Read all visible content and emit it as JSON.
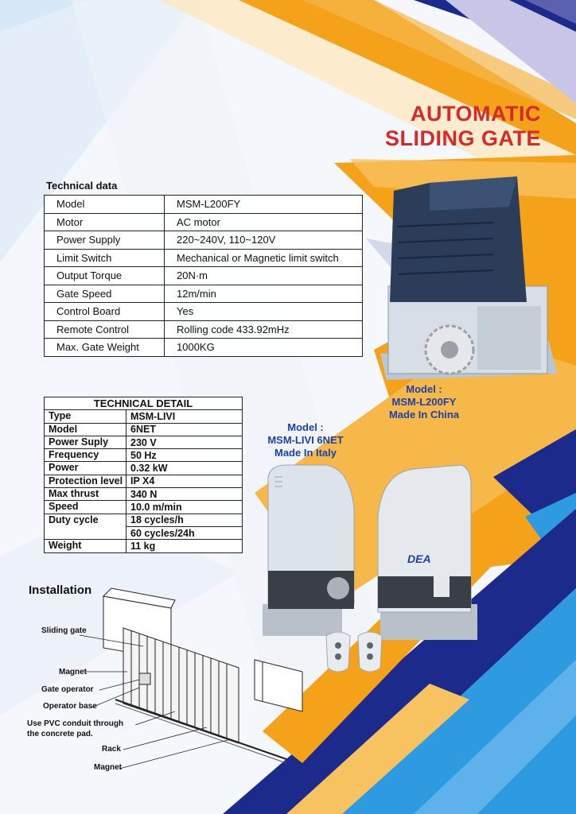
{
  "title": {
    "line1": "AUTOMATIC",
    "line2": "SLIDING GATE"
  },
  "technical_data": {
    "heading": "Technical data",
    "rows": [
      {
        "key": "Model",
        "value": "MSM-L200FY"
      },
      {
        "key": "Motor",
        "value": "AC motor"
      },
      {
        "key": "Power Supply",
        "value": "220~240V, 110~120V"
      },
      {
        "key": "Limit Switch",
        "value": "Mechanical or Magnetic limit switch"
      },
      {
        "key": "Output Torque",
        "value": "20N·m"
      },
      {
        "key": "Gate Speed",
        "value": "12m/min"
      },
      {
        "key": "Control Board",
        "value": "Yes"
      },
      {
        "key": "Remote Control",
        "value": "Rolling code 433.92mHz"
      },
      {
        "key": "Max. Gate Weight",
        "value": "1000KG"
      }
    ]
  },
  "technical_detail": {
    "heading": "TECHNICAL DETAIL",
    "rows": [
      {
        "key": "Type",
        "value": "MSM-LIVI"
      },
      {
        "key": "Model",
        "value": "6NET"
      },
      {
        "key": "Power Suply",
        "value": "230 V"
      },
      {
        "key": "Frequency",
        "value": "50 Hz"
      },
      {
        "key": "Power",
        "value": "0.32 kW"
      },
      {
        "key": "Protection level",
        "value": "IP X4"
      },
      {
        "key": "Max thrust",
        "value": "340 N"
      },
      {
        "key": "Speed",
        "value": "10.0 m/min"
      },
      {
        "key": "Duty cycle",
        "value": "18 cycles/h",
        "value2": "60 cycles/24h"
      },
      {
        "key": "Weight",
        "value": "11 kg"
      }
    ]
  },
  "model_labels": {
    "first": {
      "line1": "Model :",
      "line2": "MSM-L200FY",
      "line3": "Made In China"
    },
    "second": {
      "line1": "Model :",
      "line2": "MSM-LIVI 6NET",
      "line3": "Made In Italy"
    }
  },
  "product_logo": "DEA",
  "installation": {
    "heading": "Installation",
    "labels": {
      "sliding_gate": "Sliding gate",
      "magnet_top": "Magnet",
      "gate_operator": "Gate operator",
      "operator_base": "Operator base",
      "conduit_line1": "Use PVC conduit through",
      "conduit_line2": "the concrete pad.",
      "rack": "Rack",
      "magnet_bottom": "Magnet"
    }
  },
  "colors": {
    "title_red": "#d42a2a",
    "model_blue": "#1d3fae",
    "orange": "#f5a21b",
    "navy": "#1c2a8c",
    "sky": "#2e9be0"
  }
}
